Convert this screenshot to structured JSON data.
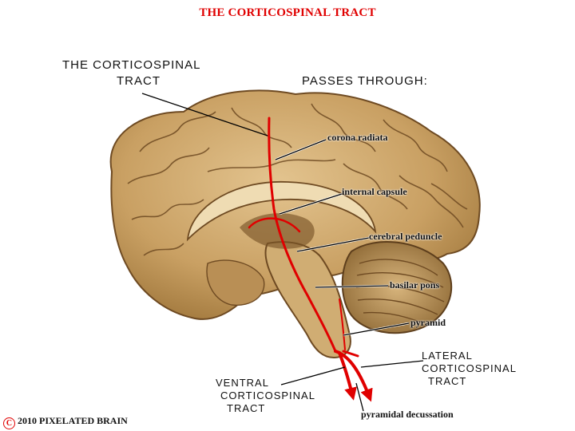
{
  "title": "THE CORTICOSPINAL TRACT",
  "left_heading": {
    "line1": "THE CORTICOSPINAL",
    "line2": "TRACT"
  },
  "right_heading": "PASSES THROUGH:",
  "labels": {
    "corona_radiata": "corona radiata",
    "internal_capsule": "internal capsule",
    "cerebral_peduncle": "cerebral peduncle",
    "basilar_pons": "basilar pons",
    "pyramid": "pyramid",
    "pyramidal_decussation": "pyramidal decussation"
  },
  "lateral_tract": {
    "line1": "LATERAL",
    "line2": "CORTICOSPINAL",
    "line3": "TRACT"
  },
  "ventral_tract": {
    "line1": "VENTRAL",
    "line2": "CORTICOSPINAL",
    "line3": "TRACT"
  },
  "copyright": {
    "symbol": "C",
    "text": "2010  PIXELATED BRAIN"
  },
  "colors": {
    "tract": "#e00000",
    "brain": "#c9a063",
    "brain_dark": "#6e4a22"
  }
}
